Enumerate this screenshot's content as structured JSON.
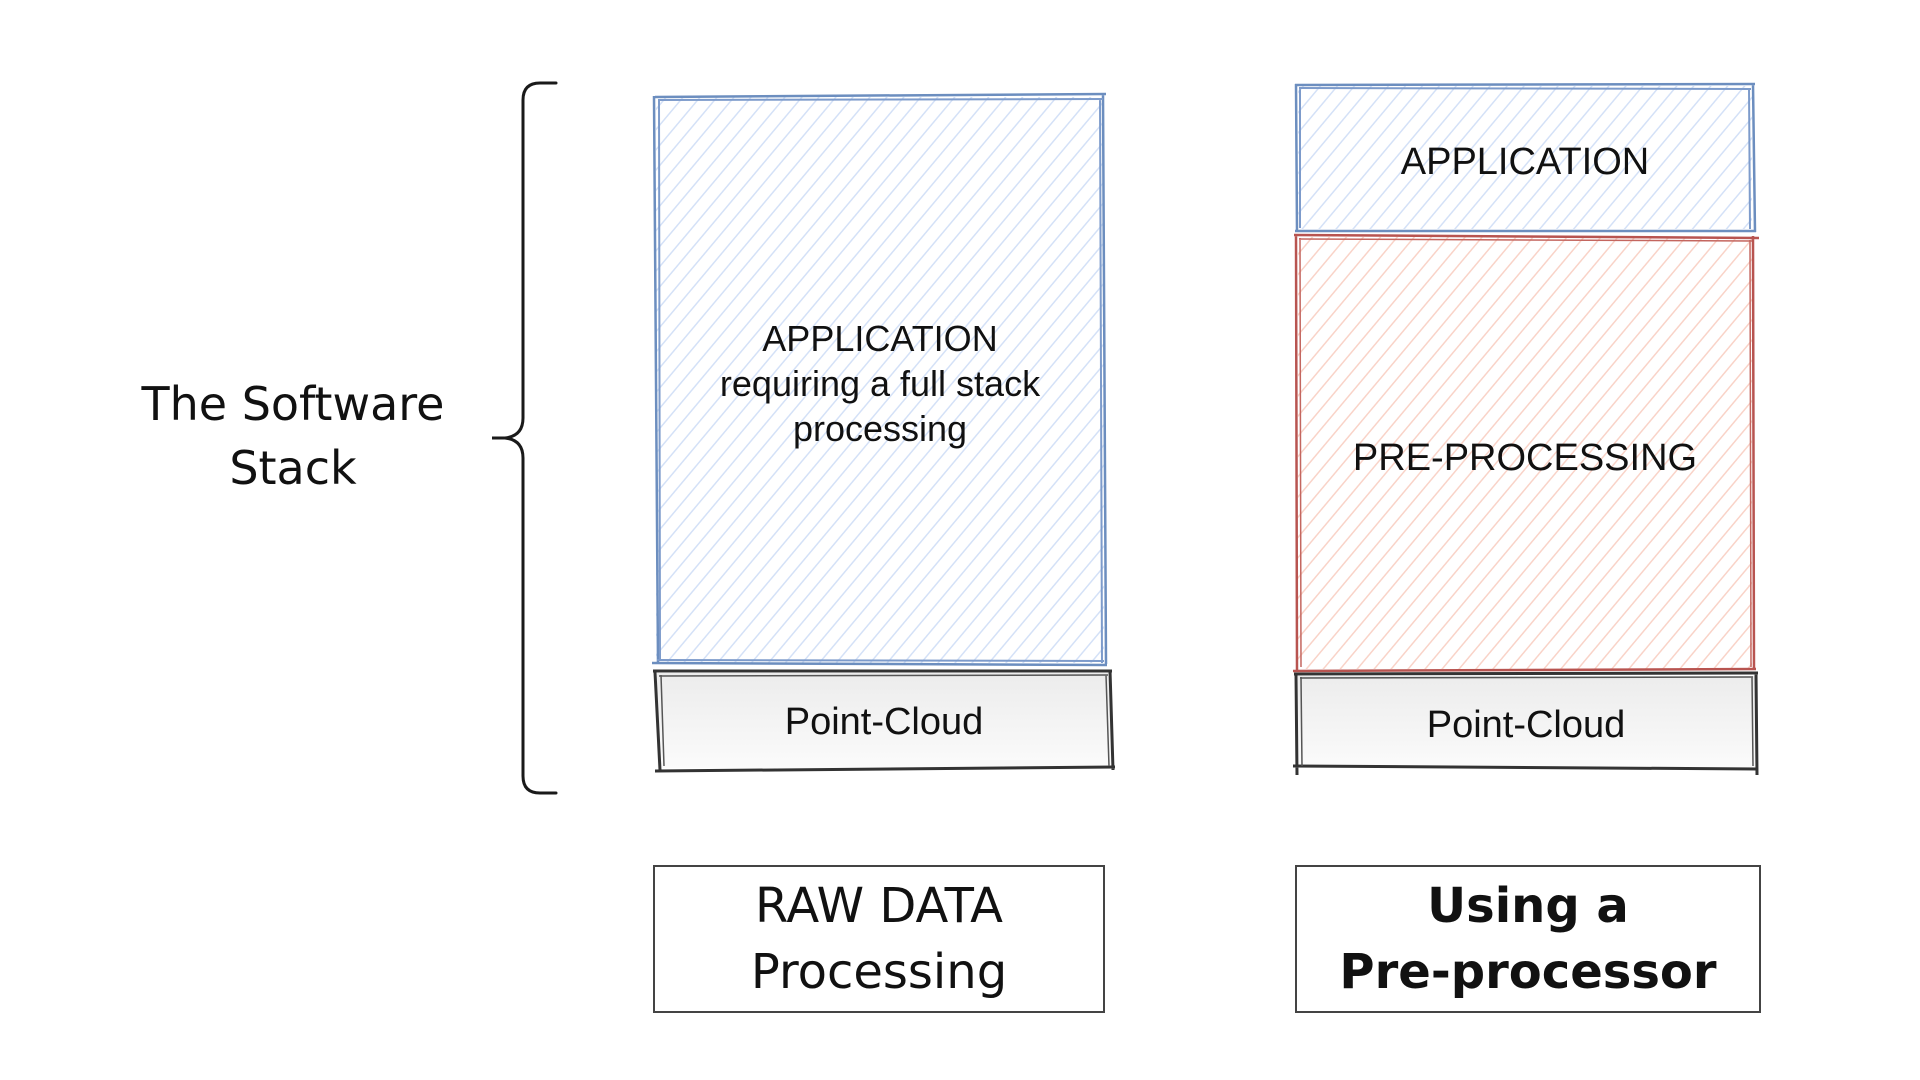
{
  "diagram": {
    "stack_label": [
      "The Software",
      "Stack"
    ],
    "columns": [
      {
        "id": "raw",
        "layers": [
          {
            "kind": "application",
            "lines": [
              "APPLICATION",
              "requiring a full stack",
              "processing"
            ],
            "color": "#6c8ebf",
            "hatch": "#d4e1f7"
          },
          {
            "kind": "point-cloud",
            "lines": [
              "Point-Cloud"
            ],
            "color": "#333333",
            "fill": "#f2f2f2"
          }
        ],
        "caption": [
          "RAW DATA",
          "Processing"
        ]
      },
      {
        "id": "preprocessor",
        "layers": [
          {
            "kind": "application",
            "lines": [
              "APPLICATION"
            ],
            "color": "#6c8ebf",
            "hatch": "#d4e1f7"
          },
          {
            "kind": "pre-processing",
            "lines": [
              "PRE-PROCESSING"
            ],
            "color": "#b85450",
            "hatch": "#f9d3c8"
          },
          {
            "kind": "point-cloud",
            "lines": [
              "Point-Cloud"
            ],
            "color": "#333333",
            "fill": "#f2f2f2"
          }
        ],
        "caption": [
          "Using a",
          "Pre-processor"
        ]
      }
    ]
  }
}
